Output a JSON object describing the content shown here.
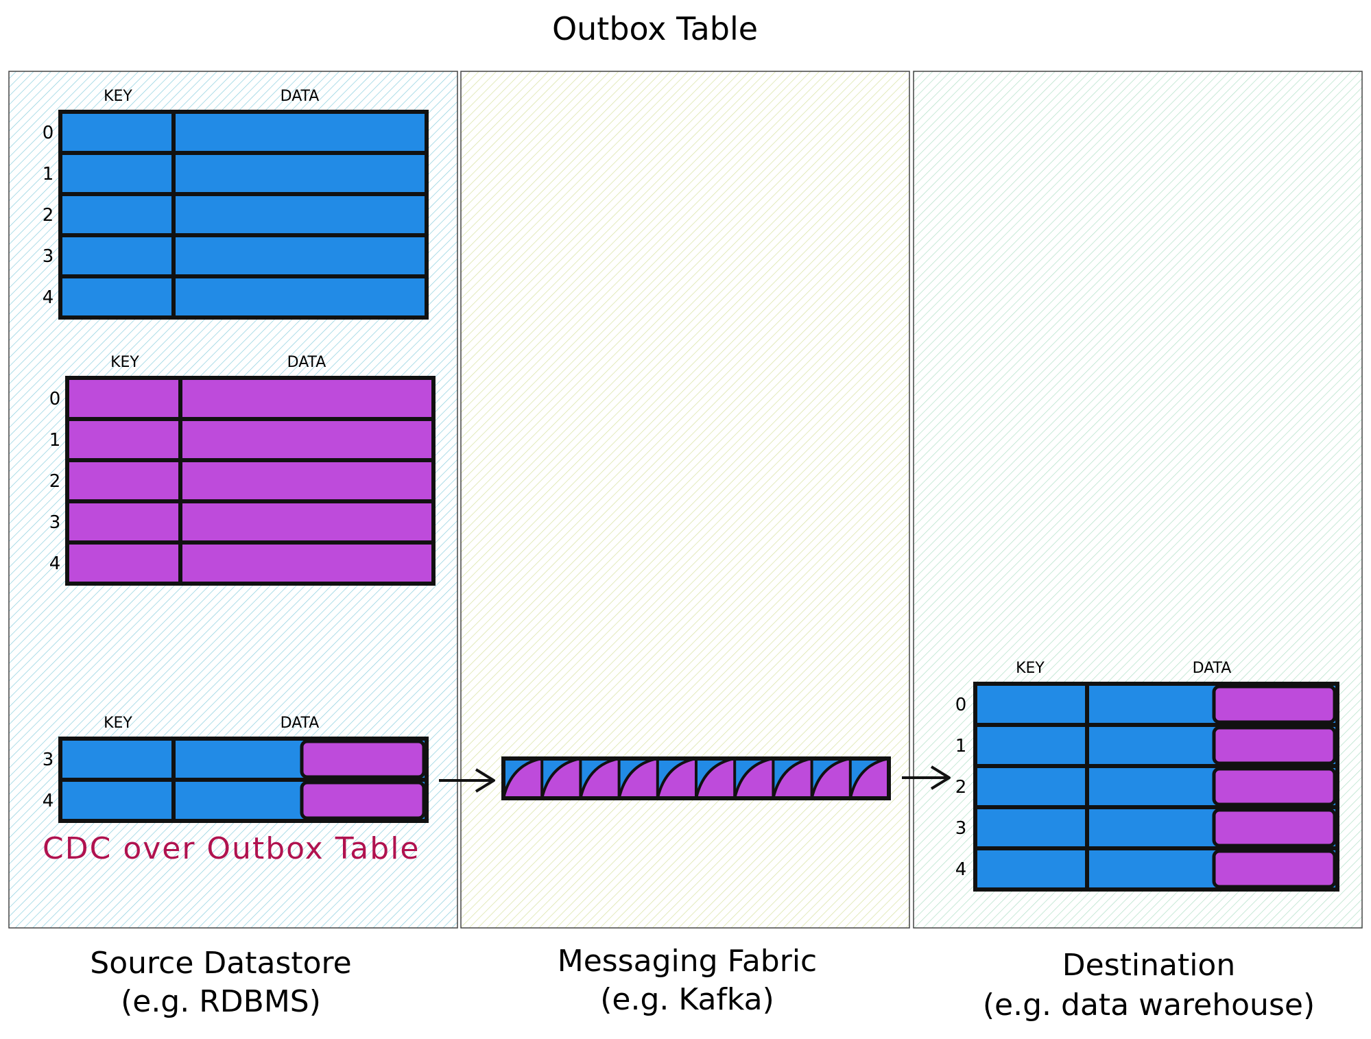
{
  "title": "Outbox Table",
  "colors": {
    "blue": "#228be6",
    "purple": "#be4bdb",
    "red_text": "#b0124f",
    "panel_source": "#2aa5c2",
    "panel_messaging": "#c8d67a",
    "panel_destination": "#7cc9a0"
  },
  "panels": {
    "source": {
      "caption_line1": "Source Datastore",
      "caption_line2": "(e.g. RDBMS)"
    },
    "messaging": {
      "caption_line1": "Messaging Fabric",
      "caption_line2": "(e.g. Kafka)"
    },
    "destination": {
      "caption_line1": "Destination",
      "caption_line2": "(e.g. data warehouse)"
    }
  },
  "headers": {
    "key": "KEY",
    "data": "DATA"
  },
  "tables": {
    "source_blue": {
      "rows": [
        "0",
        "1",
        "2",
        "3",
        "4"
      ]
    },
    "source_purple": {
      "rows": [
        "0",
        "1",
        "2",
        "3",
        "4"
      ]
    },
    "outbox": {
      "rows": [
        "3",
        "4"
      ]
    },
    "destination": {
      "rows": [
        "0",
        "1",
        "2",
        "3",
        "4"
      ]
    }
  },
  "cdc_label": "CDC over Outbox Table",
  "messaging_queue": {
    "slots": 10
  }
}
